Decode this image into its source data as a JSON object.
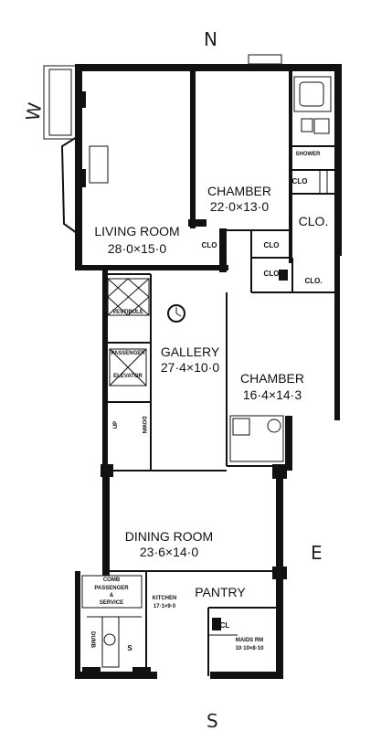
{
  "compass": {
    "north": "N",
    "west": "W",
    "east": "E",
    "south": "S"
  },
  "rooms": {
    "living_room": {
      "name": "LIVING ROOM",
      "dims": "28·0×15·0"
    },
    "chamber_1": {
      "name": "CHAMBER",
      "dims": "22·0×13·0"
    },
    "chamber_2": {
      "name": "CHAMBER",
      "dims": "16·4×14·3"
    },
    "gallery": {
      "name": "GALLERY",
      "dims": "27·4×10·0"
    },
    "dining_room": {
      "name": "DINING ROOM",
      "dims": "23·6×14·0"
    },
    "pantry": {
      "name": "PANTRY"
    },
    "kitchen": {
      "name": "KITCHEN",
      "dims": "17·1×9·0"
    },
    "maids_room": {
      "name": "MAIDS RM",
      "dims": "10·10×8·10"
    }
  },
  "closets": {
    "clo": "CLO.",
    "clo_small": "CLO",
    "cl": "CL"
  },
  "fixtures": {
    "vestibule": "VESTIBULE",
    "passenger_elevator_1": "PASSENGER",
    "passenger_elevator_2": "ELEVATOR",
    "comb_1": "COMB",
    "comb_2": "PASSENGER",
    "comb_3": "&",
    "comb_4": "SERVICE",
    "shower": "SHOWER",
    "up": "UP",
    "down": "DOWN",
    "dumb": "DUMB",
    "s_mark": "S"
  }
}
